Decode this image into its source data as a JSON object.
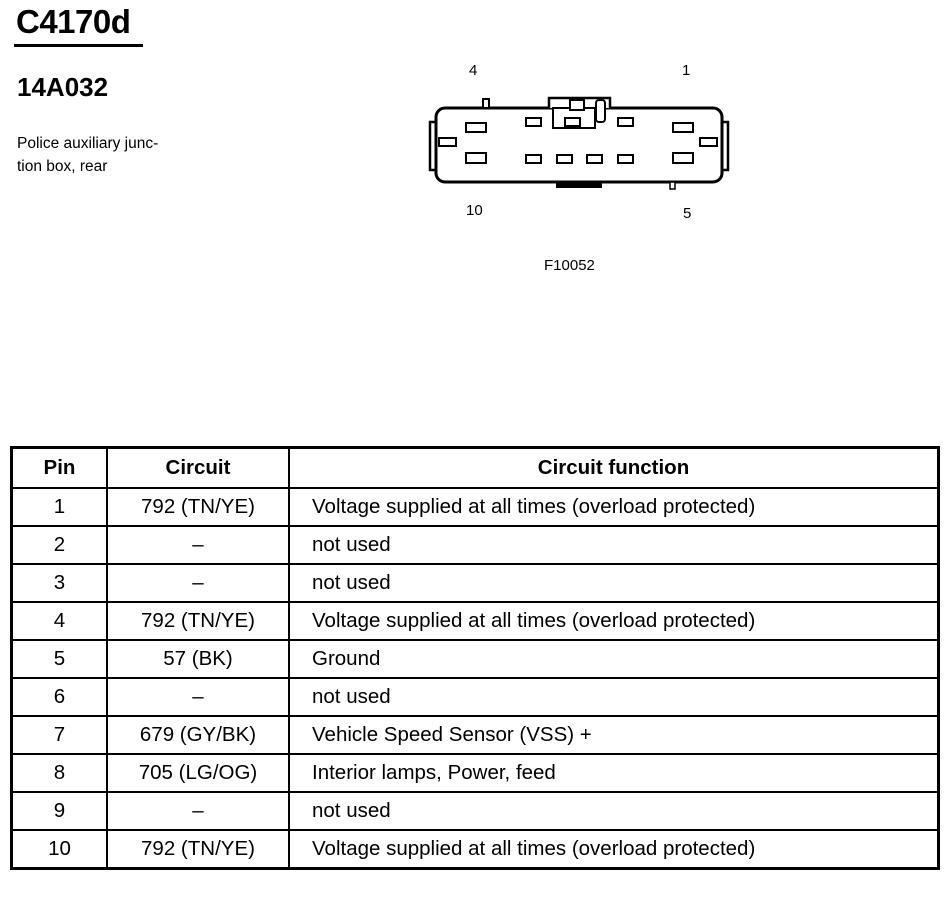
{
  "header": {
    "connector_id": "C4170d",
    "part_number": "14A032",
    "description_lines": [
      "Police auxiliary junc-",
      "tion box, rear"
    ]
  },
  "diagram": {
    "pin_labels": {
      "top_left": "4",
      "top_right": "1",
      "bottom_left": "10",
      "bottom_right": "5"
    },
    "figure_ref": "F10052"
  },
  "table": {
    "headers": {
      "pin": "Pin",
      "circuit": "Circuit",
      "function": "Circuit function"
    },
    "rows": [
      {
        "pin": "1",
        "circuit": "792 (TN/YE)",
        "function": "Voltage supplied at all times (overload protected)"
      },
      {
        "pin": "2",
        "circuit": "–",
        "function": "not used"
      },
      {
        "pin": "3",
        "circuit": "–",
        "function": "not used"
      },
      {
        "pin": "4",
        "circuit": "792 (TN/YE)",
        "function": "Voltage supplied at all times (overload protected)"
      },
      {
        "pin": "5",
        "circuit": "57 (BK)",
        "function": "Ground"
      },
      {
        "pin": "6",
        "circuit": "–",
        "function": "not used"
      },
      {
        "pin": "7",
        "circuit": "679 (GY/BK)",
        "function": "Vehicle Speed Sensor (VSS) +"
      },
      {
        "pin": "8",
        "circuit": "705 (LG/OG)",
        "function": "Interior lamps, Power, feed"
      },
      {
        "pin": "9",
        "circuit": "–",
        "function": "not used"
      },
      {
        "pin": "10",
        "circuit": "792 (TN/YE)",
        "function": "Voltage supplied at all times (overload protected)"
      }
    ]
  }
}
